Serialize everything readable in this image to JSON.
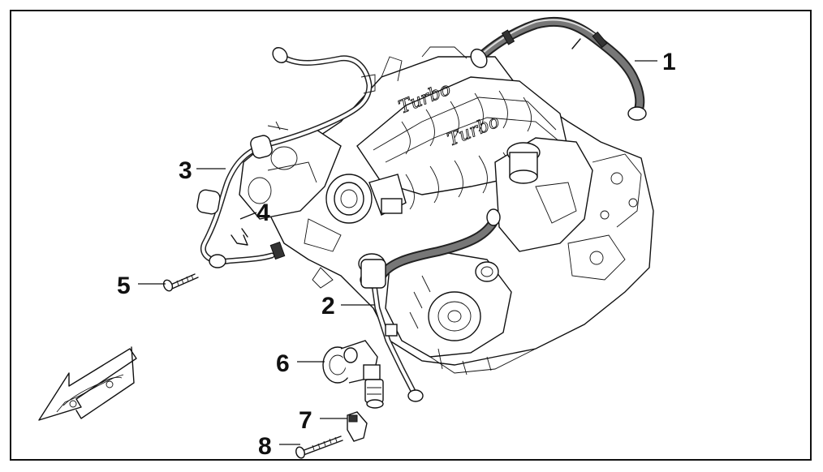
{
  "callouts": [
    {
      "id": "1",
      "label": "1"
    },
    {
      "id": "2",
      "label": "2"
    },
    {
      "id": "3",
      "label": "3"
    },
    {
      "id": "4",
      "label": "4"
    },
    {
      "id": "5",
      "label": "5"
    },
    {
      "id": "6",
      "label": "6"
    },
    {
      "id": "7",
      "label": "7"
    },
    {
      "id": "8",
      "label": "8"
    }
  ],
  "engine_cover_text": "Turbo",
  "engine_cover_text_2": "Turbo",
  "icons": {
    "direction": "vehicle-direction-arrow-icon"
  },
  "colors": {
    "line": "#111111",
    "background": "#ffffff",
    "hose": "#222222"
  }
}
